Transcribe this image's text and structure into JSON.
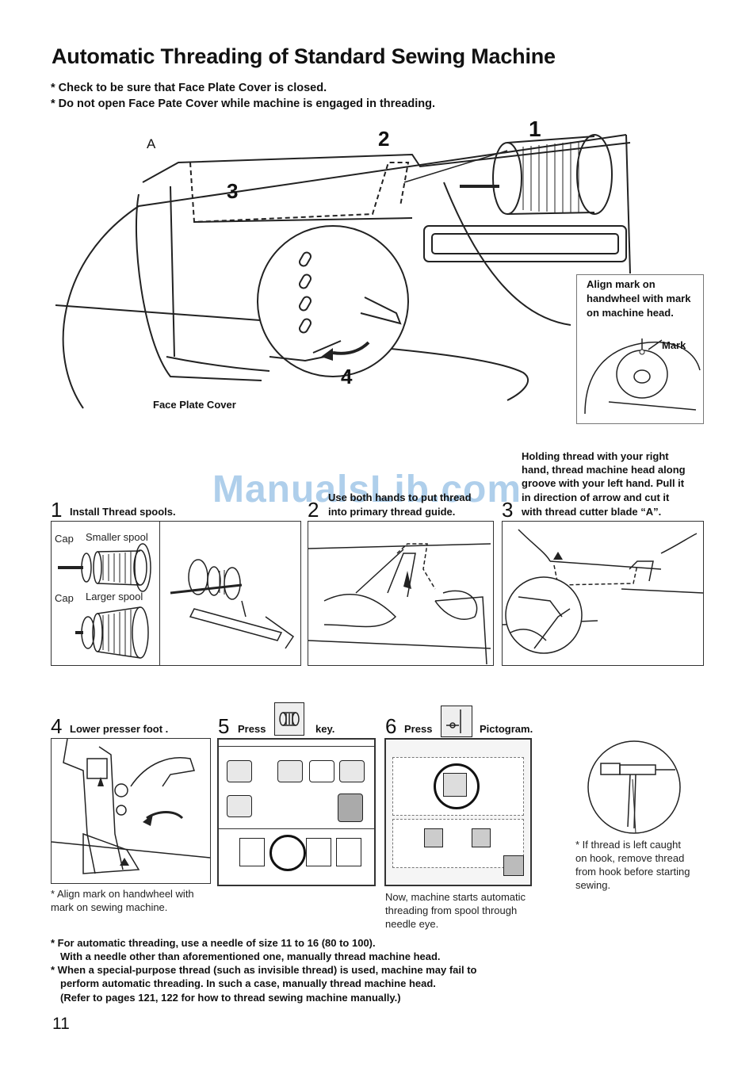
{
  "title": "Automatic Threading of Standard Sewing  Machine",
  "notes": [
    "* Check to be sure that Face Plate Cover is closed.",
    "* Do not open Face Pate Cover while machine is engaged in threading."
  ],
  "main_figure": {
    "label_a": "A",
    "num_1": "1",
    "num_2": "2",
    "num_3": "3",
    "num_4": "4",
    "face_plate_cover": "Face Plate Cover",
    "inset_caption": [
      "Align mark on",
      "handwheel with mark",
      "on machine head."
    ],
    "inset_mark": "Mark"
  },
  "watermark": "ManualsLib.com",
  "step3_caption_lines": [
    "Holding thread with your right",
    "hand, thread machine head along",
    "groove with your left hand.  Pull it",
    "in direction of arrow and cut it"
  ],
  "steps": [
    {
      "num": "1",
      "label": "Install Thread spools."
    },
    {
      "num": "2",
      "label_top": "Use both hands to put thread",
      "label": "into primary thread guide."
    },
    {
      "num": "3",
      "label": "with thread cutter blade “A”."
    },
    {
      "num": "4",
      "label": "Lower presser foot ."
    },
    {
      "num": "5",
      "label_pre": "Press",
      "label_post": "key."
    },
    {
      "num": "6",
      "label_pre": "Press",
      "label_post": "Pictogram."
    }
  ],
  "step1_figure": {
    "cap1": "Cap",
    "smaller_spool": "Smaller spool",
    "cap2": "Cap",
    "larger_spool": "Larger spool"
  },
  "step3_label_a": "A",
  "step4_note": [
    "* Align mark on handwheel with",
    "mark on sewing machine."
  ],
  "step6_note": [
    "Now, machine starts automatic",
    "threading from spool through",
    "needle eye."
  ],
  "hook_note": [
    "* If thread is left caught",
    "on hook, remove thread",
    "from hook before starting",
    "sewing."
  ],
  "footer_notes": [
    "* For automatic threading, use a needle of  size 11 to 16 (80 to 100).",
    "With a needle other than aforementioned one, manually thread machine head.",
    "* When a special-purpose thread (such as invisible thread) is used, machine may fail to",
    "perform automatic threading. In such a case, manually thread machine head.",
    "(Refer to pages 121, 122 for how to thread sewing machine manually.)"
  ],
  "page_number": "11",
  "colors": {
    "watermark": "#6fa8dc",
    "line": "#222222"
  }
}
